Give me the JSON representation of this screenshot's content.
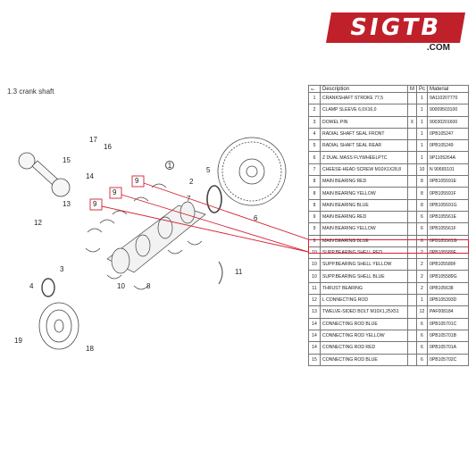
{
  "brand": {
    "logo_text": "SIGTB",
    "domain": ".COM"
  },
  "section_title": "1.3  crank shaft",
  "table": {
    "headers": {
      "no": "No.",
      "description": "Description",
      "m": "M",
      "pc": "Pc",
      "material": "Material"
    },
    "rows": [
      {
        "no": "1",
        "description": "CRANKSHAFT STROKE 77,5",
        "m": "",
        "pc": "1",
        "material": "9A110207770"
      },
      {
        "no": "2",
        "description": "CLAMP SLEEVE 6,0X16,0",
        "m": "",
        "pc": "1",
        "material": "90009503100"
      },
      {
        "no": "3",
        "description": "DOWEL PIN",
        "m": "X",
        "pc": "1",
        "material": "90030201600"
      },
      {
        "no": "4",
        "description": "RADIAL SHAFT SEAL FRONT",
        "m": "",
        "pc": "1",
        "material": "0PB105247"
      },
      {
        "no": "5",
        "description": "RADIAL SHAFT SEAL REAR",
        "m": "",
        "pc": "1",
        "material": "0PB105249"
      },
      {
        "no": "6",
        "description": "Z DUAL MASS FLYWHEELPTC",
        "m": "",
        "pc": "1",
        "material": "9P1105264A"
      },
      {
        "no": "7",
        "description": "CHEESE-HEAD SCREW M10X1X28,8",
        "m": "",
        "pc": "10",
        "material": "N 90665101"
      },
      {
        "no": "8",
        "description": "MAIN BEARING RED",
        "m": "",
        "pc": "8",
        "material": "0PB105591E"
      },
      {
        "no": "8",
        "description": "MAIN BEARING YELLOW",
        "m": "",
        "pc": "8",
        "material": "0PB105591F"
      },
      {
        "no": "8",
        "description": "MAIN BEARING BLUE",
        "m": "",
        "pc": "8",
        "material": "0PB105591G"
      },
      {
        "no": "9",
        "description": "MAIN BEARING RED",
        "m": "",
        "pc": "6",
        "material": "0PB105561E"
      },
      {
        "no": "9",
        "description": "MAIN BEARING YELLOW",
        "m": "",
        "pc": "6",
        "material": "0PB105561F"
      },
      {
        "no": "9",
        "description": "MAIN BEARING BLUE",
        "m": "",
        "pc": "6",
        "material": "0PB105561G"
      },
      {
        "no": "10",
        "description": "SUPP.BEARING SHELL RED",
        "m": "",
        "pc": "2",
        "material": "0PB105589E"
      },
      {
        "no": "10",
        "description": "SUPP.BEARING SHELL YELLOW",
        "m": "",
        "pc": "2",
        "material": "0PB105589F"
      },
      {
        "no": "10",
        "description": "SUPP.BEARING SHELL BLUE",
        "m": "",
        "pc": "2",
        "material": "0PB105589G"
      },
      {
        "no": "11",
        "description": "THRUST BEARING",
        "m": "",
        "pc": "2",
        "material": "0PB105638"
      },
      {
        "no": "12",
        "description": "L CONNECTING ROD",
        "m": "",
        "pc": "1",
        "material": "0PB105393D"
      },
      {
        "no": "13",
        "description": "TWELVE-SIDED BOLT M10X1,25X51",
        "m": "",
        "pc": "12",
        "material": "PAF008184"
      },
      {
        "no": "14",
        "description": "CONNECTING ROD BLUE",
        "m": "",
        "pc": "6",
        "material": "0PB105701C"
      },
      {
        "no": "14",
        "description": "CONNECTING ROD YELLOW",
        "m": "",
        "pc": "6",
        "material": "0PB105701B"
      },
      {
        "no": "14",
        "description": "CONNECTING ROD RED",
        "m": "",
        "pc": "6",
        "material": "0PB105701A"
      },
      {
        "no": "15",
        "description": "CONNECTING ROD BLUE",
        "m": "",
        "pc": "6",
        "material": "0PB105702C"
      }
    ]
  },
  "callouts": [
    "1",
    "2",
    "3",
    "4",
    "5",
    "6",
    "7",
    "8",
    "9",
    "9",
    "9",
    "10",
    "11",
    "12",
    "13",
    "14",
    "15",
    "16",
    "17",
    "18",
    "19"
  ],
  "colors": {
    "brand_red": "#c0202a",
    "highlight_red": "#d42030"
  }
}
